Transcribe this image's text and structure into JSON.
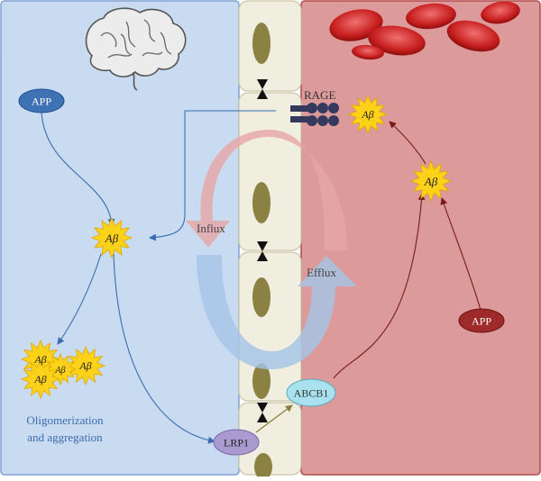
{
  "labels": {
    "app_left": "APP",
    "app_right": "APP",
    "rage": "RAGE",
    "influx": "Influx",
    "efflux": "Efflux",
    "abcb1": "ABCB1",
    "lrp1": "LRP1",
    "abeta": "Aβ",
    "oligomer_caption_line1": "Oligomerization",
    "oligomer_caption_line2": "and aggregation"
  },
  "colors": {
    "brain_panel": "#c9dbf1",
    "brain_border": "#7fa2cf",
    "blood_panel": "#dc9a9a",
    "blood_border": "#b24a4a",
    "endothelium": "#efeedf",
    "nucleus": "#8b8142",
    "app_left_fill": "#3f72b5",
    "app_right_fill": "#9e2a2a",
    "abcb1_fill": "#a9e1ee",
    "lrp1_fill": "#a99bcf",
    "abeta_star": "#ffd21a",
    "rage_receptor": "#343a5e",
    "influx_arrow": "#e6a6a6",
    "efflux_arrow": "#a6c4e6",
    "blue_line": "#3c6cb0",
    "red_line": "#7a1a1a"
  },
  "icons": [
    "brain-icon",
    "red-blood-cells-icon",
    "tight-junction-icon",
    "rage-receptor-icon"
  ]
}
